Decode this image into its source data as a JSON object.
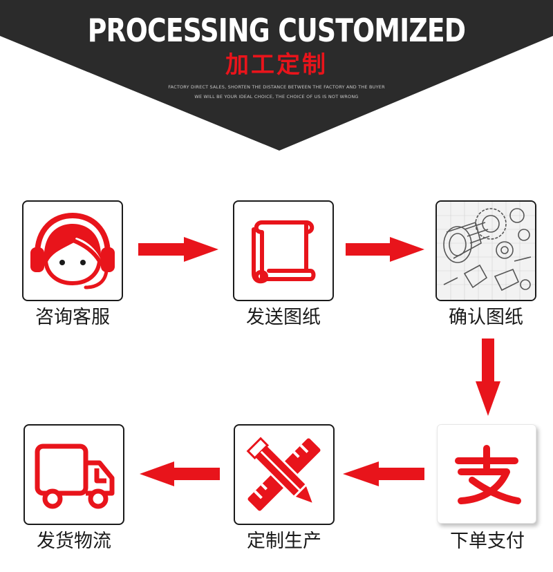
{
  "header": {
    "title_en": "PROCESSING CUSTOMIZED",
    "title_cn": "加工定制",
    "subtitle_line1": "FACTORY DIRECT SALES, SHORTEN THE DISTANCE BETWEEN THE FACTORY AND THE BUYER",
    "subtitle_line2": "WE WILL BE YOUR IDEAL CHOICE, THE CHOICE OF US IS NOT WRONG"
  },
  "steps": [
    {
      "label": "咨询客服",
      "icon": "customer-service-icon"
    },
    {
      "label": "发送图纸",
      "icon": "scroll-drawing-icon"
    },
    {
      "label": "确认图纸",
      "icon": "mechanical-drawing-image"
    },
    {
      "label": "下单支付",
      "icon": "alipay-icon",
      "icon_glyph": "支"
    },
    {
      "label": "定制生产",
      "icon": "pencil-ruler-icon"
    },
    {
      "label": "发货物流",
      "icon": "delivery-truck-icon"
    }
  ],
  "colors": {
    "banner": "#2b2b2b",
    "accent_red": "#e8141b",
    "text": "#1a1a1a"
  }
}
